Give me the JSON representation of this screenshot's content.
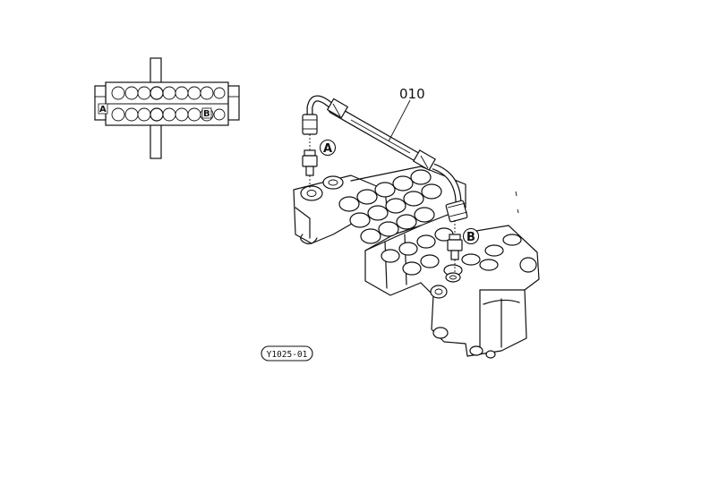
{
  "diagram": {
    "part_number": "010",
    "port_a": "A",
    "port_b": "B",
    "inset_port_a": "A",
    "inset_port_b": "B",
    "reference_code": "Y1025-01"
  }
}
